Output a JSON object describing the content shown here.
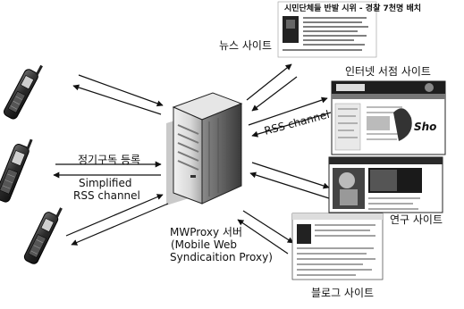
{
  "diagram": {
    "server": {
      "name_line1": "MWProxy 서버",
      "name_line2": "(Mobile Web",
      "name_line3": "Syndicaition Proxy)"
    },
    "mobile_side": {
      "subscribe_label": "정기구독 등록",
      "simplified_line1": "Simplified",
      "simplified_line2": "RSS channel"
    },
    "site_side": {
      "rss_label": "RSS channel"
    },
    "sites": [
      {
        "label": "뉴스 사이트"
      },
      {
        "label": "인터넷 서점 사이트"
      },
      {
        "label": "연구 사이트"
      },
      {
        "label": "블로그 사이트"
      }
    ],
    "news_headline": "시민단체들 반발 시위 - 경찰 7천명 배치",
    "bookstore_logo": "Sho"
  }
}
